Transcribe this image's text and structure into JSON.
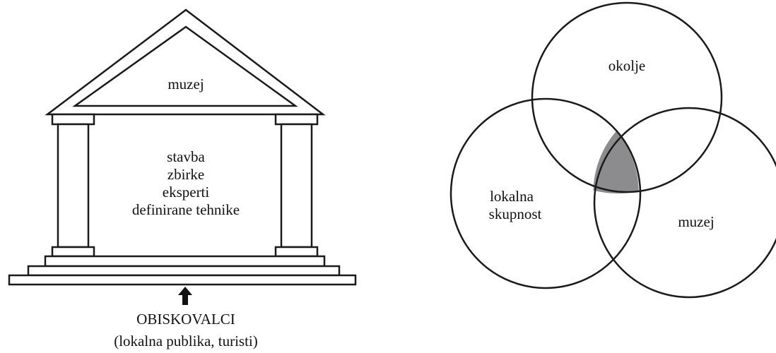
{
  "temple": {
    "pediment_label": "muzej",
    "body_lines": [
      "stavba",
      "zbirke",
      "eksperti",
      "definirane tehnike"
    ],
    "visitors_label": "OBISKOVALCI",
    "visitors_sub": "(lokalna publika, turisti)",
    "arrow_icon": "up-arrow-icon"
  },
  "venn": {
    "top_label": "okolje",
    "left_label_lines": [
      "lokalna",
      "skupnost"
    ],
    "right_label": "muzej",
    "overlap_color": "#8c8c8e"
  },
  "colors": {
    "stroke": "#1a1a1a",
    "background": "#ffffff"
  }
}
